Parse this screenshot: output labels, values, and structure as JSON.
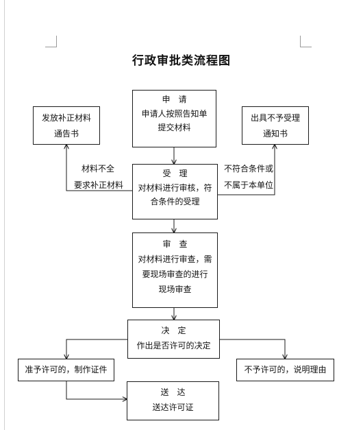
{
  "title": "行政审批类流程图",
  "nodes": {
    "apply": {
      "heading": "申　请",
      "lines": [
        "申请人按照告知单",
        "提交材料"
      ]
    },
    "supplement_notice": {
      "lines": [
        "发放补正材料",
        "通告书"
      ]
    },
    "rejection_notice": {
      "lines": [
        "出具不予受理",
        "通知书"
      ]
    },
    "accept": {
      "heading": "受　理",
      "lines": [
        "对材料进行审核，符",
        "合条件的受理"
      ]
    },
    "review": {
      "heading": "审　查",
      "lines": [
        "对材料进行审查，需",
        "要现场审查的进行",
        "现场审查"
      ]
    },
    "decide": {
      "heading": "决　定",
      "lines": [
        "作出是否许可的决定"
      ]
    },
    "approve": {
      "lines": [
        "准予许可的，制作证件"
      ]
    },
    "deny": {
      "lines": [
        "不予许可的，说明理由"
      ]
    },
    "deliver": {
      "heading": "送　达",
      "lines": [
        "送达许可证"
      ]
    }
  },
  "edge_labels": {
    "incomplete": [
      "材料不全",
      "要求补正材料"
    ],
    "not_eligible": [
      "不符合条件或",
      "不属于本单位"
    ]
  }
}
